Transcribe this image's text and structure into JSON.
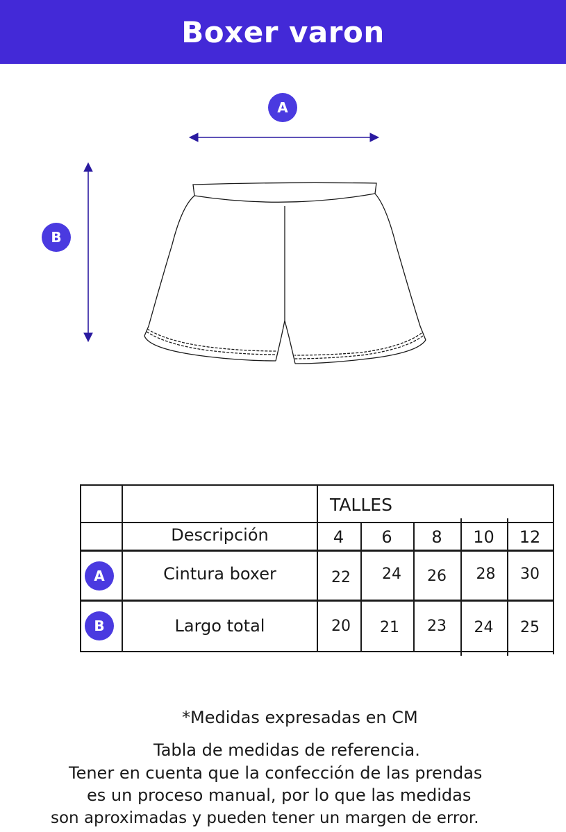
{
  "title": "Boxer varon",
  "colors": {
    "header": "#4329d7",
    "badge": "#4a3ae0",
    "arrow": "#2a1aa0"
  },
  "figure": {
    "label_a": "A",
    "label_b": "B"
  },
  "table": {
    "group_header": "TALLES",
    "description_header": "Descripción",
    "sizes": [
      "4",
      "6",
      "8",
      "10",
      "12"
    ],
    "rows": [
      {
        "badge": "A",
        "label": "Cintura boxer",
        "values": [
          "22",
          "24",
          "26",
          "28",
          "30"
        ]
      },
      {
        "badge": "B",
        "label": "Largo total",
        "values": [
          "20",
          "21",
          "23",
          "24",
          "25"
        ]
      }
    ]
  },
  "notes": {
    "units": "*Medidas expresadas en CM",
    "line1": "Tabla de medidas de referencia.",
    "line2": "Tener en cuenta que la confección de las prendas",
    "line3": "es un proceso manual, por lo que las medidas",
    "line4": "son aproximadas y pueden tener un margen de error."
  }
}
